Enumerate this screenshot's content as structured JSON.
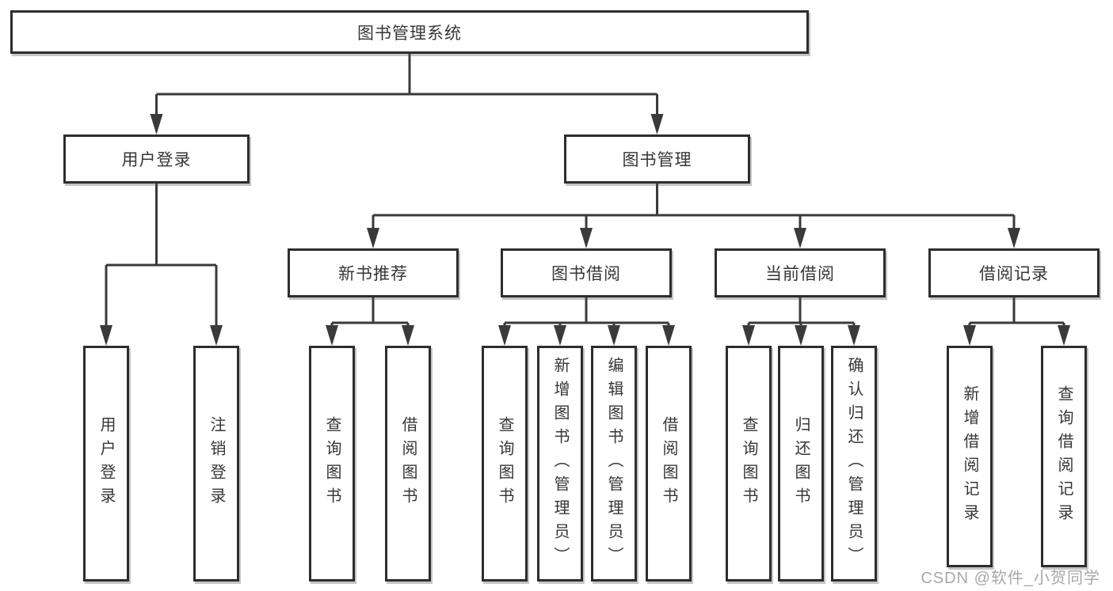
{
  "diagram": {
    "title_node": "图书管理系统",
    "level2": {
      "user_login": "用户登录",
      "book_mgmt": "图书管理"
    },
    "level3": {
      "new_books": "新书推荐",
      "book_borrow": "图书借阅",
      "current_borrow": "当前借阅",
      "borrow_records": "借阅记录"
    },
    "leaves": {
      "login": [
        "用户登录",
        "注销登录"
      ],
      "new_books": [
        "查询图书",
        "借阅图书"
      ],
      "book_borrow": [
        "查询图书",
        "新增图书（管理员）",
        "编辑图书（管理员）",
        "借阅图书"
      ],
      "current_borrow": [
        "查询图书",
        "归还图书",
        "确认归还（管理员）"
      ],
      "borrow_records": [
        "新增借阅记录",
        "查询借阅记录"
      ]
    }
  },
  "watermark": "CSDN @软件_小贺同学",
  "colors": {
    "line": "#3a3a3a",
    "box_border": "#2d2d2d",
    "text": "#363636",
    "watermark_text": "#a8a8a8",
    "background": "#ffffff"
  }
}
